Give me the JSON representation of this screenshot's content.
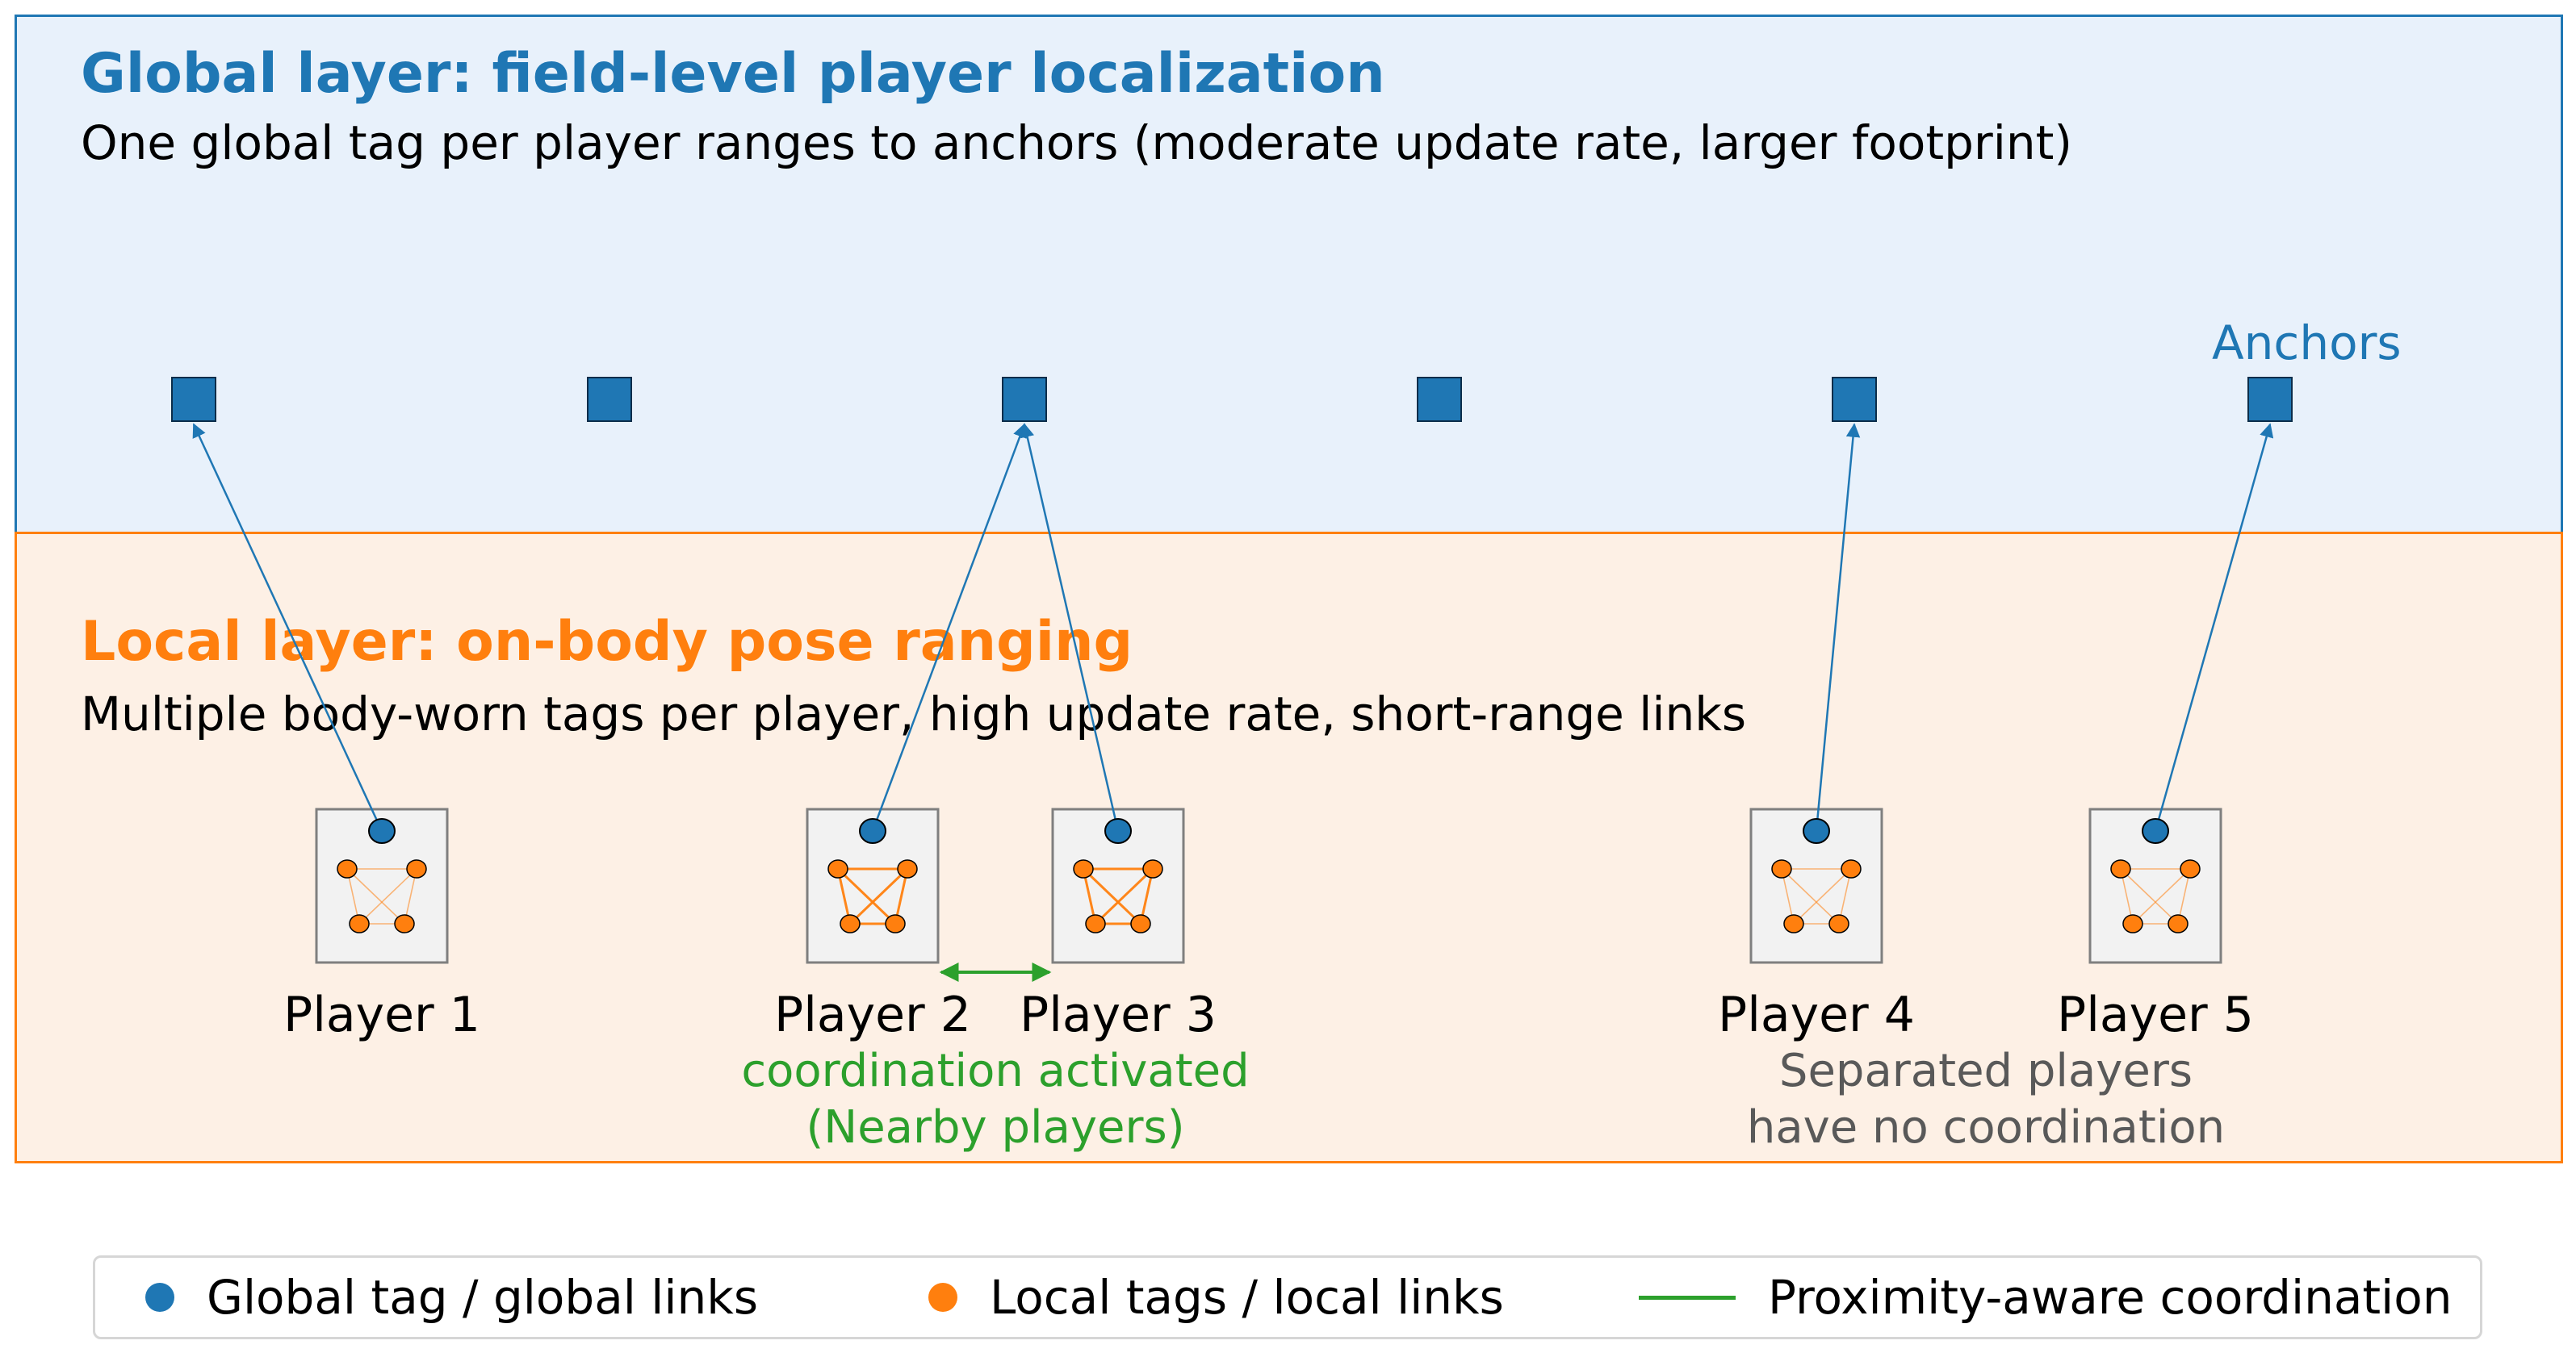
{
  "global_layer": {
    "title": "Global layer: field-level player localization",
    "subtitle": "One global tag per player ranges to anchors (moderate update rate, larger footprint)",
    "color": "#1f77b4",
    "anchors_label": "Anchors",
    "anchor_count": 6
  },
  "local_layer": {
    "title": "Local layer: on-body pose ranging",
    "subtitle": "Multiple body-worn tags per player, high update rate, short-range links",
    "color": "#ff7f0e"
  },
  "players": [
    {
      "label": "Player 1",
      "anchor_index": 0,
      "coordinating": false
    },
    {
      "label": "Player 2",
      "anchor_index": 2,
      "coordinating": true
    },
    {
      "label": "Player 3",
      "anchor_index": 2,
      "coordinating": true
    },
    {
      "label": "Player 4",
      "anchor_index": 4,
      "coordinating": false
    },
    {
      "label": "Player 5",
      "anchor_index": 5,
      "coordinating": false
    }
  ],
  "notes": {
    "coordination_line1": "coordination activated",
    "coordination_line2": "(Nearby players)",
    "separated_line1": "Separated players",
    "separated_line2": "have no coordination"
  },
  "legend": {
    "global": "Global tag / global links",
    "local": "Local tags / local links",
    "proximity": "Proximity-aware coordination"
  },
  "colors": {
    "global": "#1f77b4",
    "local": "#ff7f0e",
    "proximity": "#2ca02c",
    "note_gray": "#595959"
  }
}
